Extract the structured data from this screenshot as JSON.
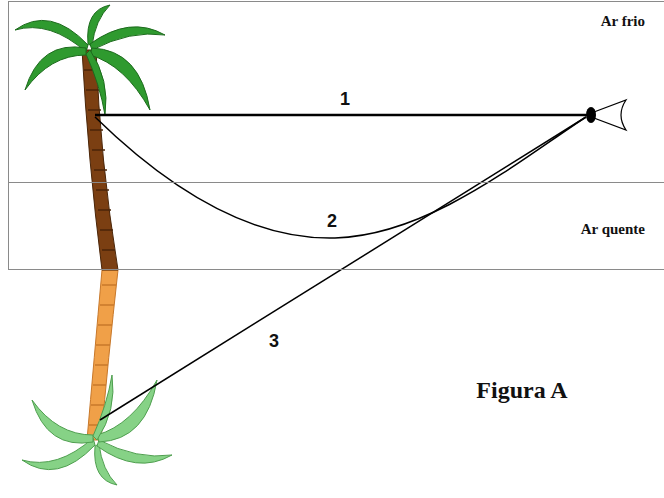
{
  "diagram": {
    "nodes": [
      {
        "text": [
          "Ar frio"
        ]
      },
      {
        "text": [
          "Ar quente"
        ]
      }
    ],
    "labels": [
      "1",
      "2",
      "3",
      "Figura A"
    ]
  }
}
